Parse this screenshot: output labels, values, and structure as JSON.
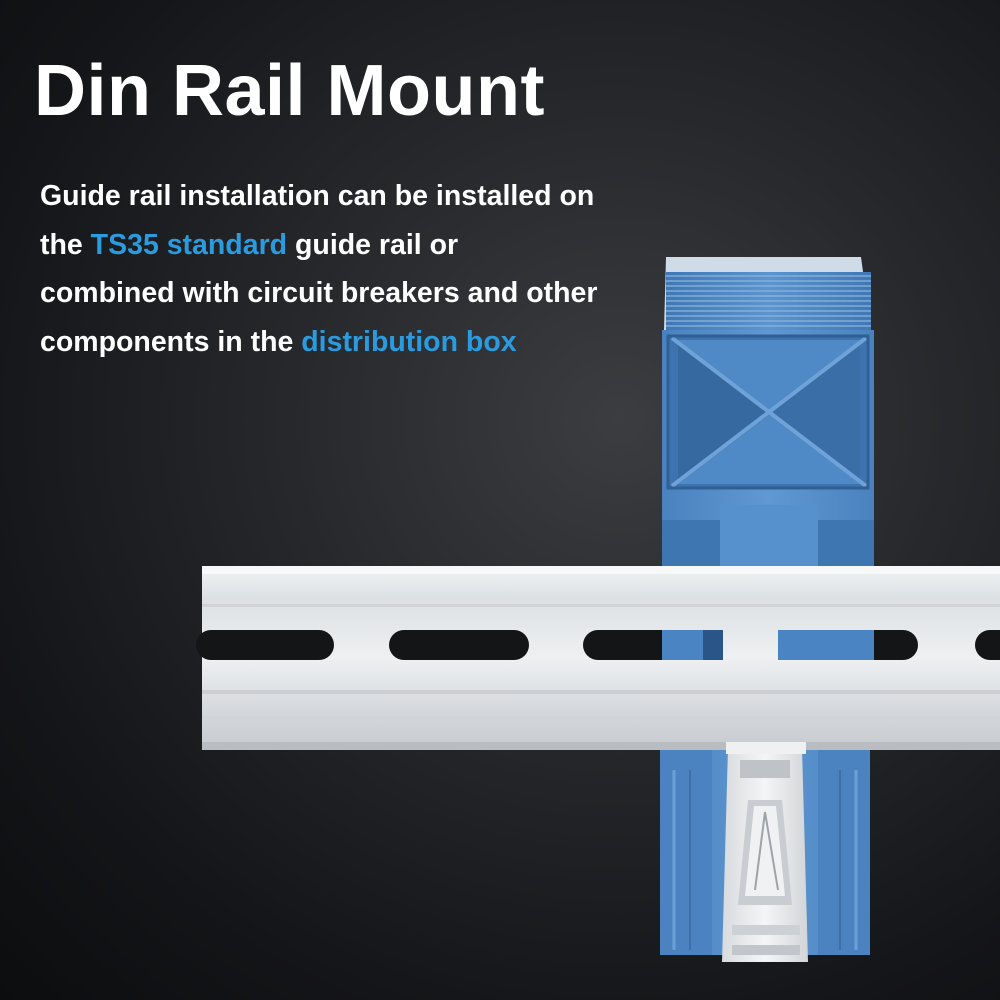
{
  "heading": {
    "title": "Din Rail Mount"
  },
  "description": {
    "segments": [
      {
        "text": "Guide rail installation can be installed on the ",
        "highlight": false
      },
      {
        "text": "TS35 standard",
        "highlight": true
      },
      {
        "text": " guide rail or combined with circuit breakers and other components in the ",
        "highlight": false
      },
      {
        "text": "distribution box",
        "highlight": true
      }
    ]
  },
  "colors": {
    "background": "#1c1d20",
    "title_text": "#ffffff",
    "body_text": "#ffffff",
    "highlight_text": "#2b9be0",
    "module_blue": "#4a86c4",
    "rail_silver": "#e4e7ea",
    "clip_white": "#e8eaec"
  },
  "product": {
    "rail_standard": "TS35",
    "module_icon": "din-rail-power-module-icon"
  }
}
